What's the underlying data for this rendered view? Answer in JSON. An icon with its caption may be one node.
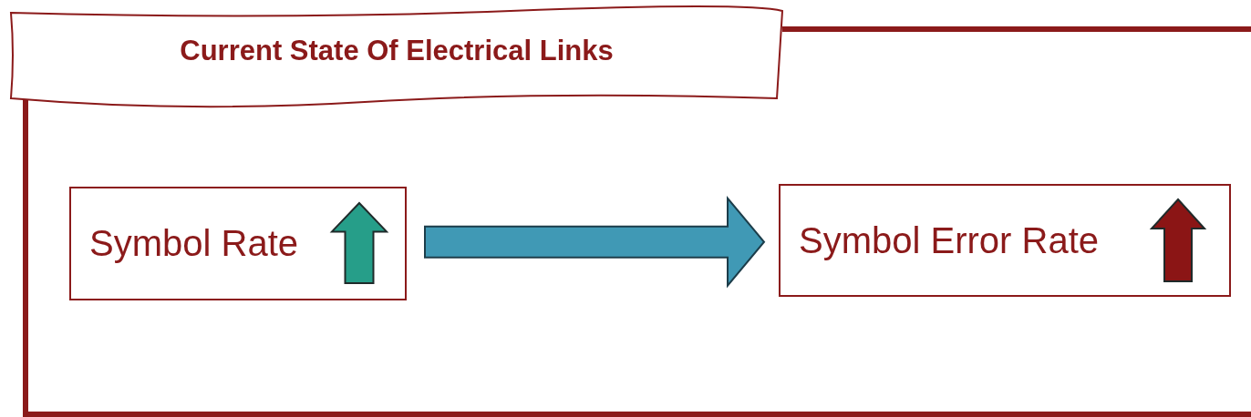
{
  "diagram": {
    "title": "Current State Of Electrical Links",
    "nodes": [
      {
        "text": [
          "Symbol Rate"
        ]
      },
      {
        "text": [
          "Symbol Error Rate"
        ]
      }
    ],
    "edges": [
      {
        "from": 0,
        "to": 1,
        "arrow": "to",
        "style": "thick",
        "color": "#4099b5"
      }
    ]
  }
}
